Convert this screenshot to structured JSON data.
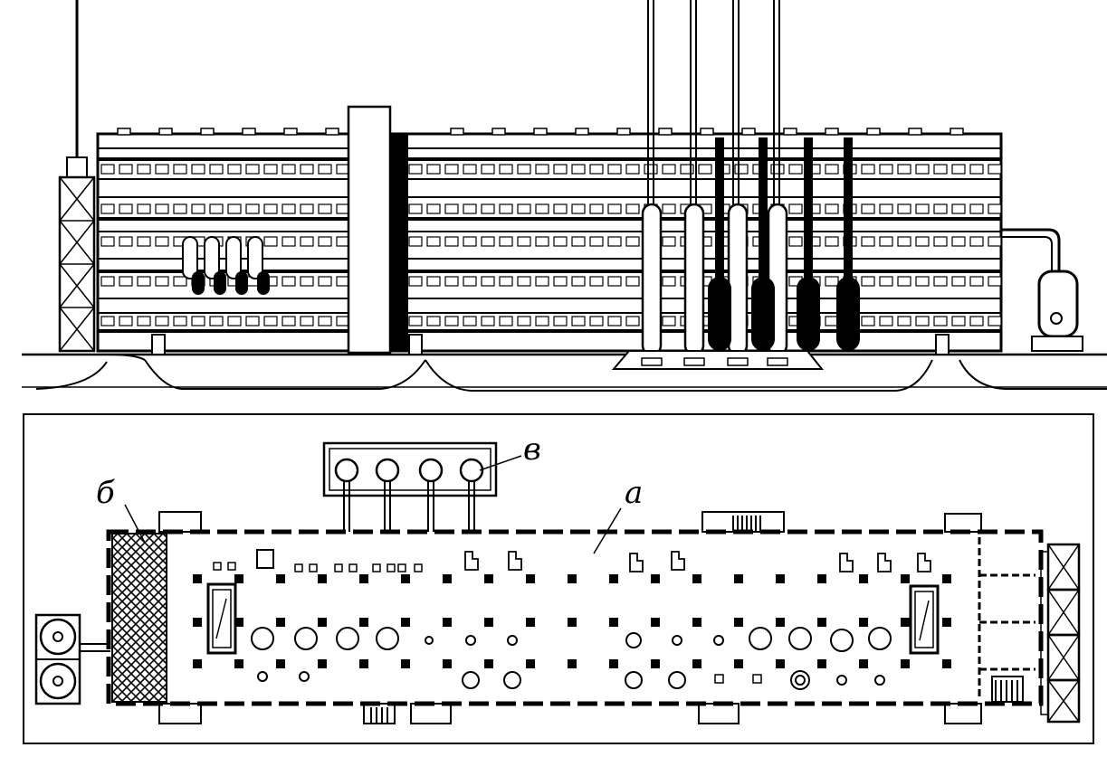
{
  "labels": {
    "a": "а",
    "b": "б",
    "v": "в"
  },
  "colors": {
    "ink": "#000000",
    "paper": "#ffffff"
  }
}
